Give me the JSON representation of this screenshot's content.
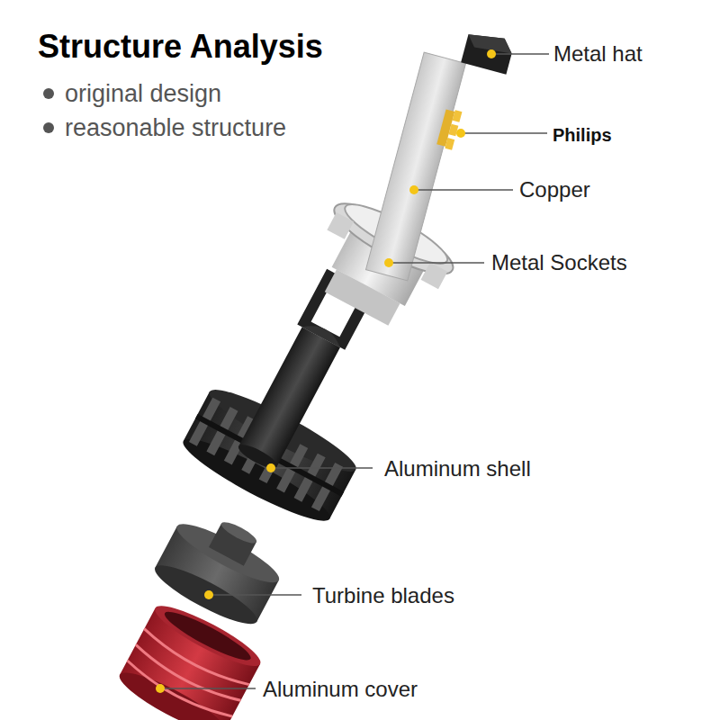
{
  "diagram": {
    "title": "Structure Analysis",
    "labels": [
      "original design",
      "reasonable structure",
      "Metal hat",
      "Philips",
      "Copper",
      "Metal Sockets",
      "Aluminum shell",
      "Turbine blades",
      "Aluminum cover"
    ]
  }
}
